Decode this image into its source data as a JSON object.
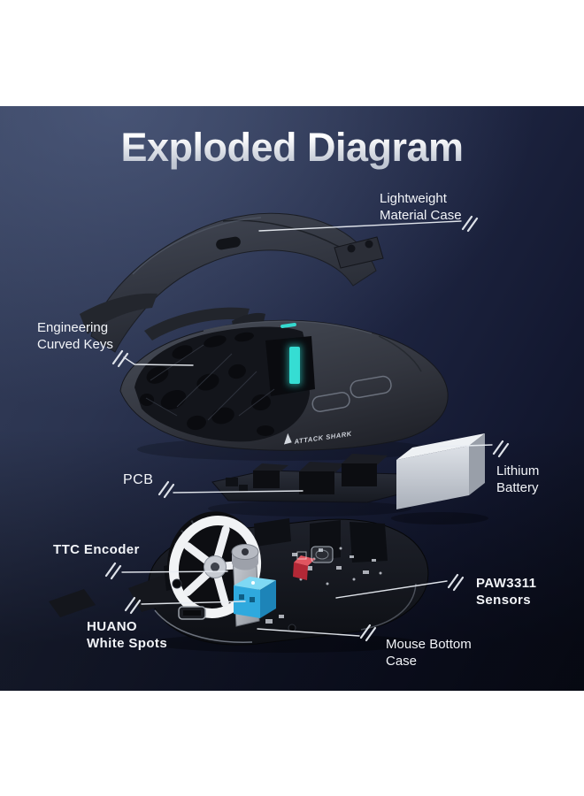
{
  "title": "Exploded Diagram",
  "mouse": {
    "brand_logo": "ATTACK SHARK"
  },
  "callouts": {
    "lightweight_case": {
      "line1": "Lightweight",
      "line2": "Material Case"
    },
    "curved_keys": {
      "line1": "Engineering",
      "line2": "Curved Keys"
    },
    "pcb": {
      "line1": "PCB"
    },
    "lithium_battery": {
      "line1": "Lithium",
      "line2": "Battery"
    },
    "ttc_encoder": {
      "line1": "TTC Encoder"
    },
    "huano_white_spots": {
      "line1": "HUANO",
      "line2": "White Spots"
    },
    "paw3311_sensors": {
      "line1": "PAW3311",
      "line2": "Sensors"
    },
    "mouse_bottom_case": {
      "line1": "Mouse Bottom",
      "line2": "Case"
    }
  },
  "colors": {
    "background_navy_top": "#333d59",
    "background_navy_bottom": "#0c101e",
    "title_gradient_top": "#ffffff",
    "title_gradient_bottom": "#bfc6d2",
    "label_text": "#f2f4f8",
    "accent_cyan": "#35ddd3",
    "battery_silver": "#c9ced6",
    "wheel_white": "#f1f3f5",
    "switch_blue": "#2fa9de",
    "switch_red": "#c23040"
  }
}
